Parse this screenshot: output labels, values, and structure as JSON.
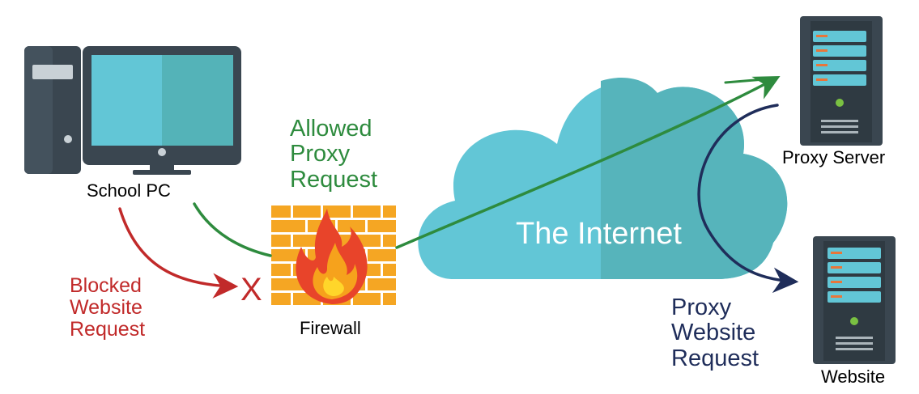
{
  "nodes": {
    "school_pc": "School PC",
    "firewall": "Firewall",
    "internet": "The Internet",
    "proxy_server": "Proxy Server",
    "website": "Website"
  },
  "flows": {
    "blocked": [
      "Blocked",
      "Website",
      "Request"
    ],
    "allowed": [
      "Allowed",
      "Proxy",
      "Request"
    ],
    "proxy_website": [
      "Proxy",
      "Website",
      "Request"
    ],
    "blocked_mark": "X"
  },
  "colors": {
    "blocked": "#c12a2a",
    "allowed": "#2e8b3e",
    "proxy": "#1f2d5a",
    "cloud": "#62c6d6",
    "brick": "#f5a623",
    "flame": "#e8442a",
    "server_body": "#3a4650",
    "screen": "#62c6d6"
  },
  "icons": [
    "computer-icon",
    "firewall-icon",
    "cloud-icon",
    "server-icon",
    "server-icon"
  ]
}
